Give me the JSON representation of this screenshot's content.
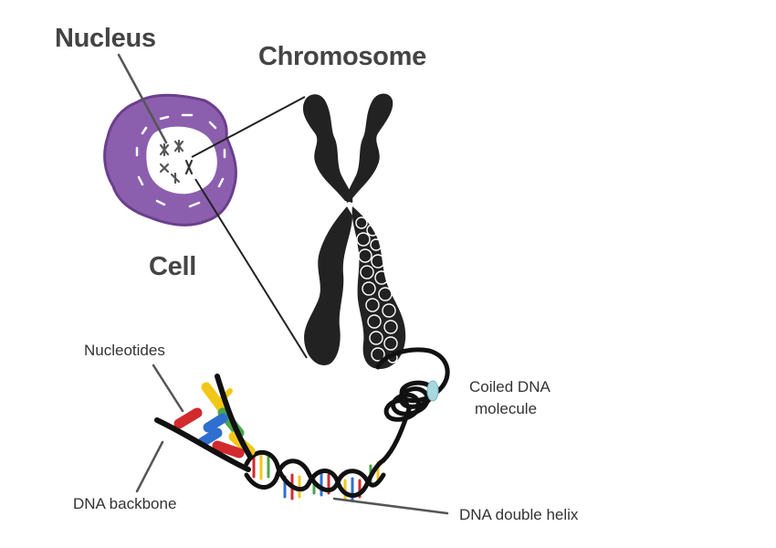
{
  "labels": {
    "nucleus": "Nucleus",
    "chromosome": "Chromosome",
    "cell": "Cell",
    "nucleotides": "Nucleotides",
    "coiled_line1": "Coiled DNA",
    "coiled_line2": "molecule",
    "dna_backbone": "DNA backbone",
    "double_helix": "DNA double helix"
  },
  "colors": {
    "cell_fill": "#8b5fae",
    "cell_edge": "#6a3f8c",
    "chromosome": "#222222",
    "leader_line": "#555555",
    "coil_highlight": "#a8d8df",
    "base_red": "#d32a2e",
    "base_yellow": "#f2c718",
    "base_green": "#4aa64a",
    "base_blue": "#2f6fd0"
  }
}
